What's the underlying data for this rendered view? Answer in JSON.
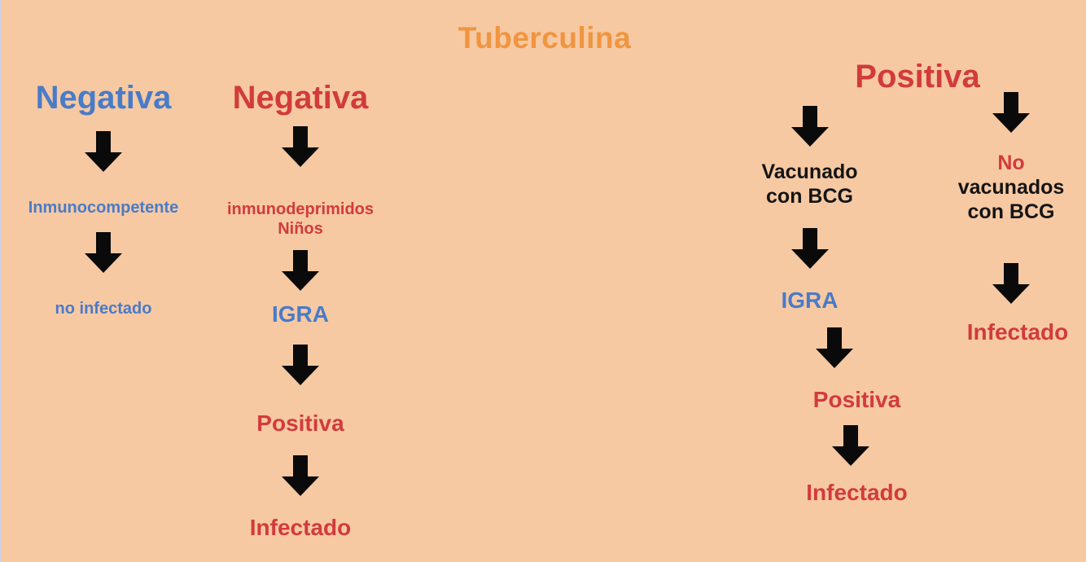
{
  "title": "Tuberculina",
  "colors": {
    "background": "#F6C9A3",
    "title_orange": "#F0953F",
    "blue": "#4A7BC7",
    "red": "#D23B3B",
    "arrow_black": "#0A0A0A"
  },
  "flow_negative_immunocompetent": {
    "header": "Negativa",
    "step1": "Inmunocompetente",
    "result": "no infectado"
  },
  "flow_negative_immunosuppressed": {
    "header": "Negativa",
    "step1_line1": "inmunodeprimidos",
    "step1_line2": "Niños",
    "step2": "IGRA",
    "step3": "Positiva",
    "result": "Infectado"
  },
  "flow_positive": {
    "header": "Positiva",
    "branch_vaccinated": {
      "label_line1": "Vacunado",
      "label_line2": "con BCG",
      "step1": "IGRA",
      "step2": "Positiva",
      "result": "Infectado"
    },
    "branch_not_vaccinated": {
      "label_line1": "No",
      "label_line2": "vacunados",
      "label_line3": "con BCG",
      "result": "Infectado"
    }
  }
}
